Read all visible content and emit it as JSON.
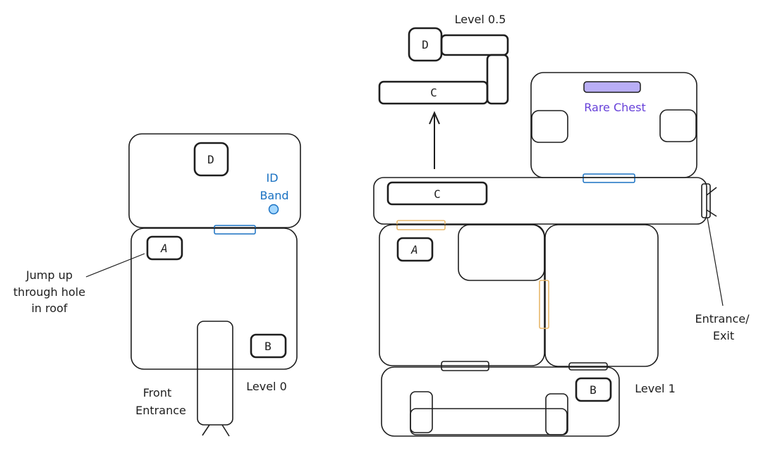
{
  "diagram": {
    "level0": {
      "title": "Level 0",
      "rooms": {
        "upper_key": "D",
        "lower_key_a": "A",
        "lower_key_b": "B"
      },
      "id_band_label_line1": "ID",
      "id_band_label_line2": "Band",
      "annotation_jump_line1": "Jump up",
      "annotation_jump_line2": "through hole",
      "annotation_jump_line3": "in roof",
      "front_entrance_line1": "Front",
      "front_entrance_line2": "Entrance"
    },
    "level05": {
      "title": "Level 0.5",
      "key_d": "D",
      "key_c": "C"
    },
    "level1": {
      "title": "Level 1",
      "key_c": "C",
      "key_a": "A",
      "key_b": "B",
      "rare_chest_label": "Rare Chest",
      "entrance_exit_line1": "Entrance/",
      "entrance_exit_line2": "Exit"
    },
    "colors": {
      "stroke": "#1e1e1e",
      "blue_door": "#1971c2",
      "yellow_door": "#e8b86b",
      "purple_chest_fill": "#b9aef7",
      "purple_text": "#6741d9",
      "id_band_fill": "#a5d8ff"
    }
  }
}
